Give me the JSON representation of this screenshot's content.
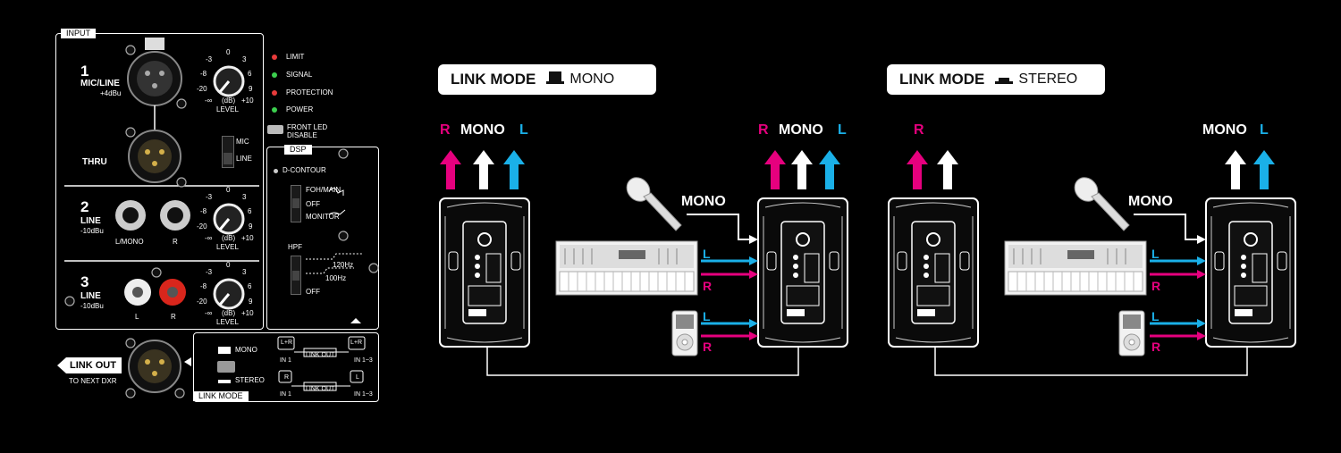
{
  "colors": {
    "right": "#e6007e",
    "left": "#1ab0e8",
    "mono": "#ffffff",
    "led_red": "#e83b3b",
    "led_green": "#3ccf4e"
  },
  "panel": {
    "input_tab": "INPUT",
    "ch1": {
      "num": "1",
      "label": "MIC/LINE",
      "sub": "+4dBu"
    },
    "thru": "THRU",
    "mic_line": {
      "mic": "MIC",
      "line": "LINE"
    },
    "ch2": {
      "num": "2",
      "label": "LINE",
      "sub": "-10dBu",
      "jack1": "L/MONO",
      "jack2": "R"
    },
    "ch3": {
      "num": "3",
      "label": "LINE",
      "sub": "-10dBu",
      "jack1": "L",
      "jack2": "R"
    },
    "knob": {
      "scale": [
        "0",
        "-3",
        "3",
        "-8",
        "6",
        "-20",
        "9",
        "-∞",
        "+10"
      ],
      "db": "(dB)",
      "level": "LEVEL"
    },
    "leds": [
      {
        "label": "LIMIT",
        "color": "red"
      },
      {
        "label": "SIGNAL",
        "color": "green"
      },
      {
        "label": "PROTECTION",
        "color": "red"
      },
      {
        "label": "POWER",
        "color": "green"
      }
    ],
    "front_led": {
      "line1": "FRONT LED",
      "line2": "DISABLE"
    },
    "dsp": {
      "tab": "DSP",
      "dcontour": "D-CONTOUR",
      "foh": "FOH/MAIN",
      "off1": "OFF",
      "monitor": "MONITOR",
      "hpf": "HPF",
      "hz120": "120Hz",
      "hz100": "100Hz",
      "off2": "OFF"
    },
    "link_out": {
      "label": "LINK OUT",
      "sub": "TO NEXT DXR"
    },
    "link_mode": {
      "tab": "LINK MODE",
      "mono": "MONO",
      "stereo": "STEREO",
      "lr": "L+R",
      "in1": "IN 1",
      "in13": "IN 1~3",
      "link_out": "LINK OUT",
      "r": "R",
      "l": "L"
    }
  },
  "diagram_mono": {
    "title": "LINK MODE",
    "mode": "MONO",
    "arrows_left": {
      "r": "R",
      "mono": "MONO",
      "l": "L"
    },
    "arrows_right": {
      "r": "R",
      "mono": "MONO",
      "l": "L"
    },
    "mic_label": "MONO",
    "kb_l": "L",
    "kb_r": "R",
    "ipod_l": "L",
    "ipod_r": "R"
  },
  "diagram_stereo": {
    "title": "LINK MODE",
    "mode": "STEREO",
    "arrow_left_r": "R",
    "arrows_right": {
      "mono": "MONO",
      "l": "L"
    },
    "mic_label": "MONO",
    "kb_l": "L",
    "kb_r": "R",
    "ipod_l": "L",
    "ipod_r": "R"
  }
}
